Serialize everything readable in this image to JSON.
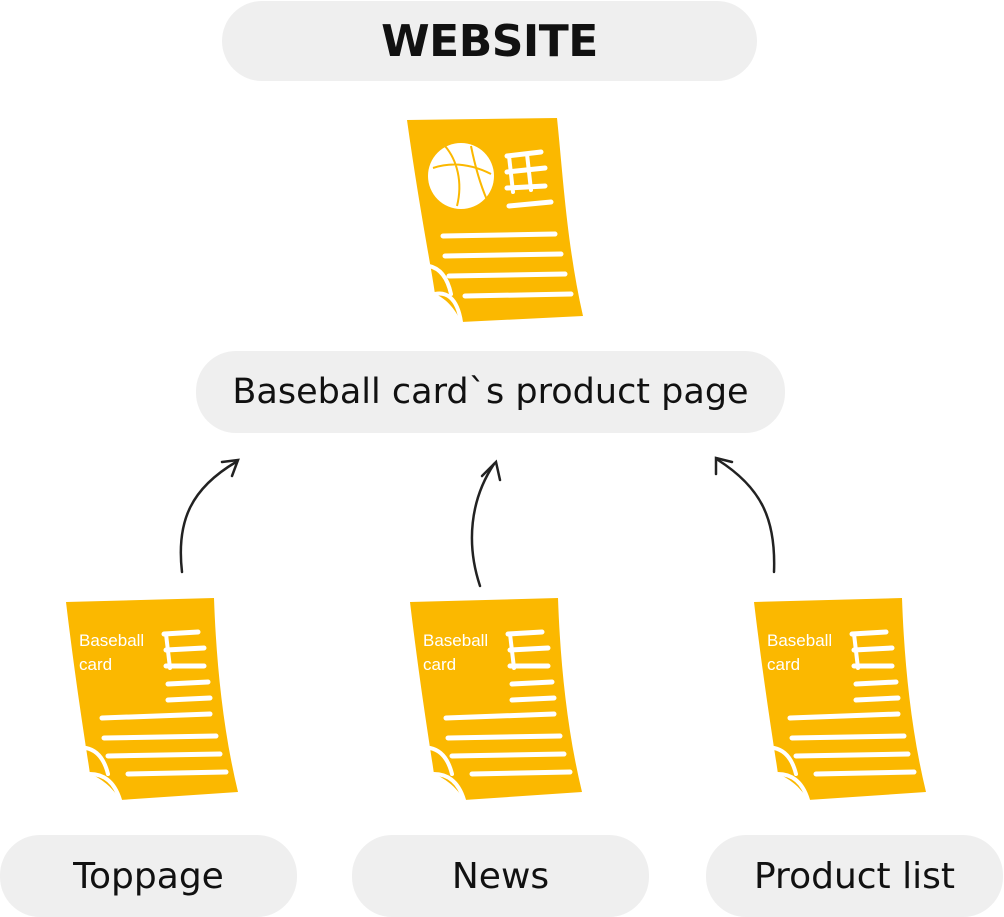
{
  "title": "WEBSITE",
  "target_page": "Baseball card`s product page",
  "source_pages": [
    {
      "label": "Toppage",
      "card_line_1": "Baseball",
      "card_line_2": "card"
    },
    {
      "label": "News",
      "card_line_1": "Baseball",
      "card_line_2": "card"
    },
    {
      "label": "Product list",
      "card_line_1": "Baseball",
      "card_line_2": "card"
    }
  ],
  "colors": {
    "pill_background": "#efefef",
    "document_fill": "#fbb800",
    "text": "#111111",
    "arrow": "#222222"
  },
  "icons": {
    "main_document": "baseball-card-document-icon",
    "source_document": "baseball-card-document-icon",
    "arrow": "curved-arrow-icon"
  }
}
